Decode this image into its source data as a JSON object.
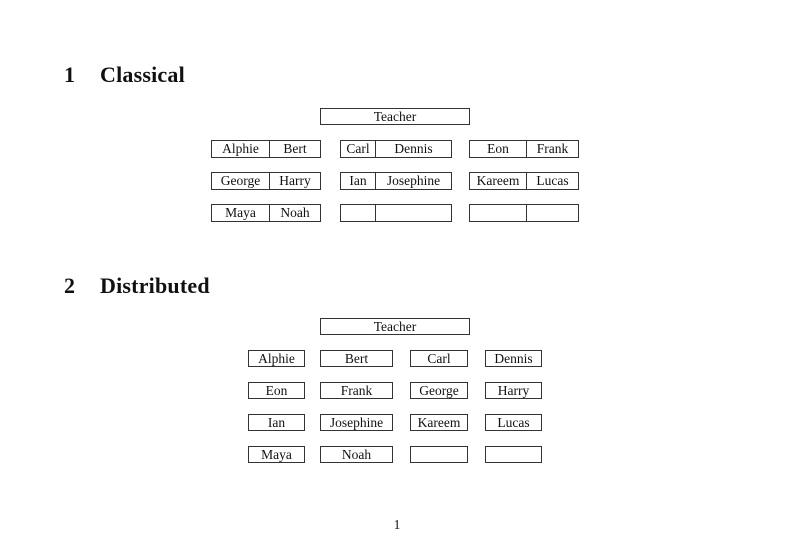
{
  "page": {
    "number": "1"
  },
  "sections": [
    {
      "number": "1",
      "title": "Classical",
      "teacher_label": "Teacher",
      "groups": [
        {
          "rows": [
            [
              "Alphie",
              "Bert"
            ],
            [
              "George",
              "Harry"
            ],
            [
              "Maya",
              "Noah"
            ]
          ]
        },
        {
          "rows": [
            [
              "Carl",
              "Dennis"
            ],
            [
              "Ian",
              "Josephine"
            ],
            [
              "",
              ""
            ]
          ]
        },
        {
          "rows": [
            [
              "Eon",
              "Frank"
            ],
            [
              "Kareem",
              "Lucas"
            ],
            [
              "",
              ""
            ]
          ]
        }
      ]
    },
    {
      "number": "2",
      "title": "Distributed",
      "teacher_label": "Teacher",
      "rows": [
        [
          "Alphie",
          "Bert",
          "Carl",
          "Dennis"
        ],
        [
          "Eon",
          "Frank",
          "George",
          "Harry"
        ],
        [
          "Ian",
          "Josephine",
          "Kareem",
          "Lucas"
        ],
        [
          "Maya",
          "Noah",
          "",
          ""
        ]
      ]
    }
  ]
}
